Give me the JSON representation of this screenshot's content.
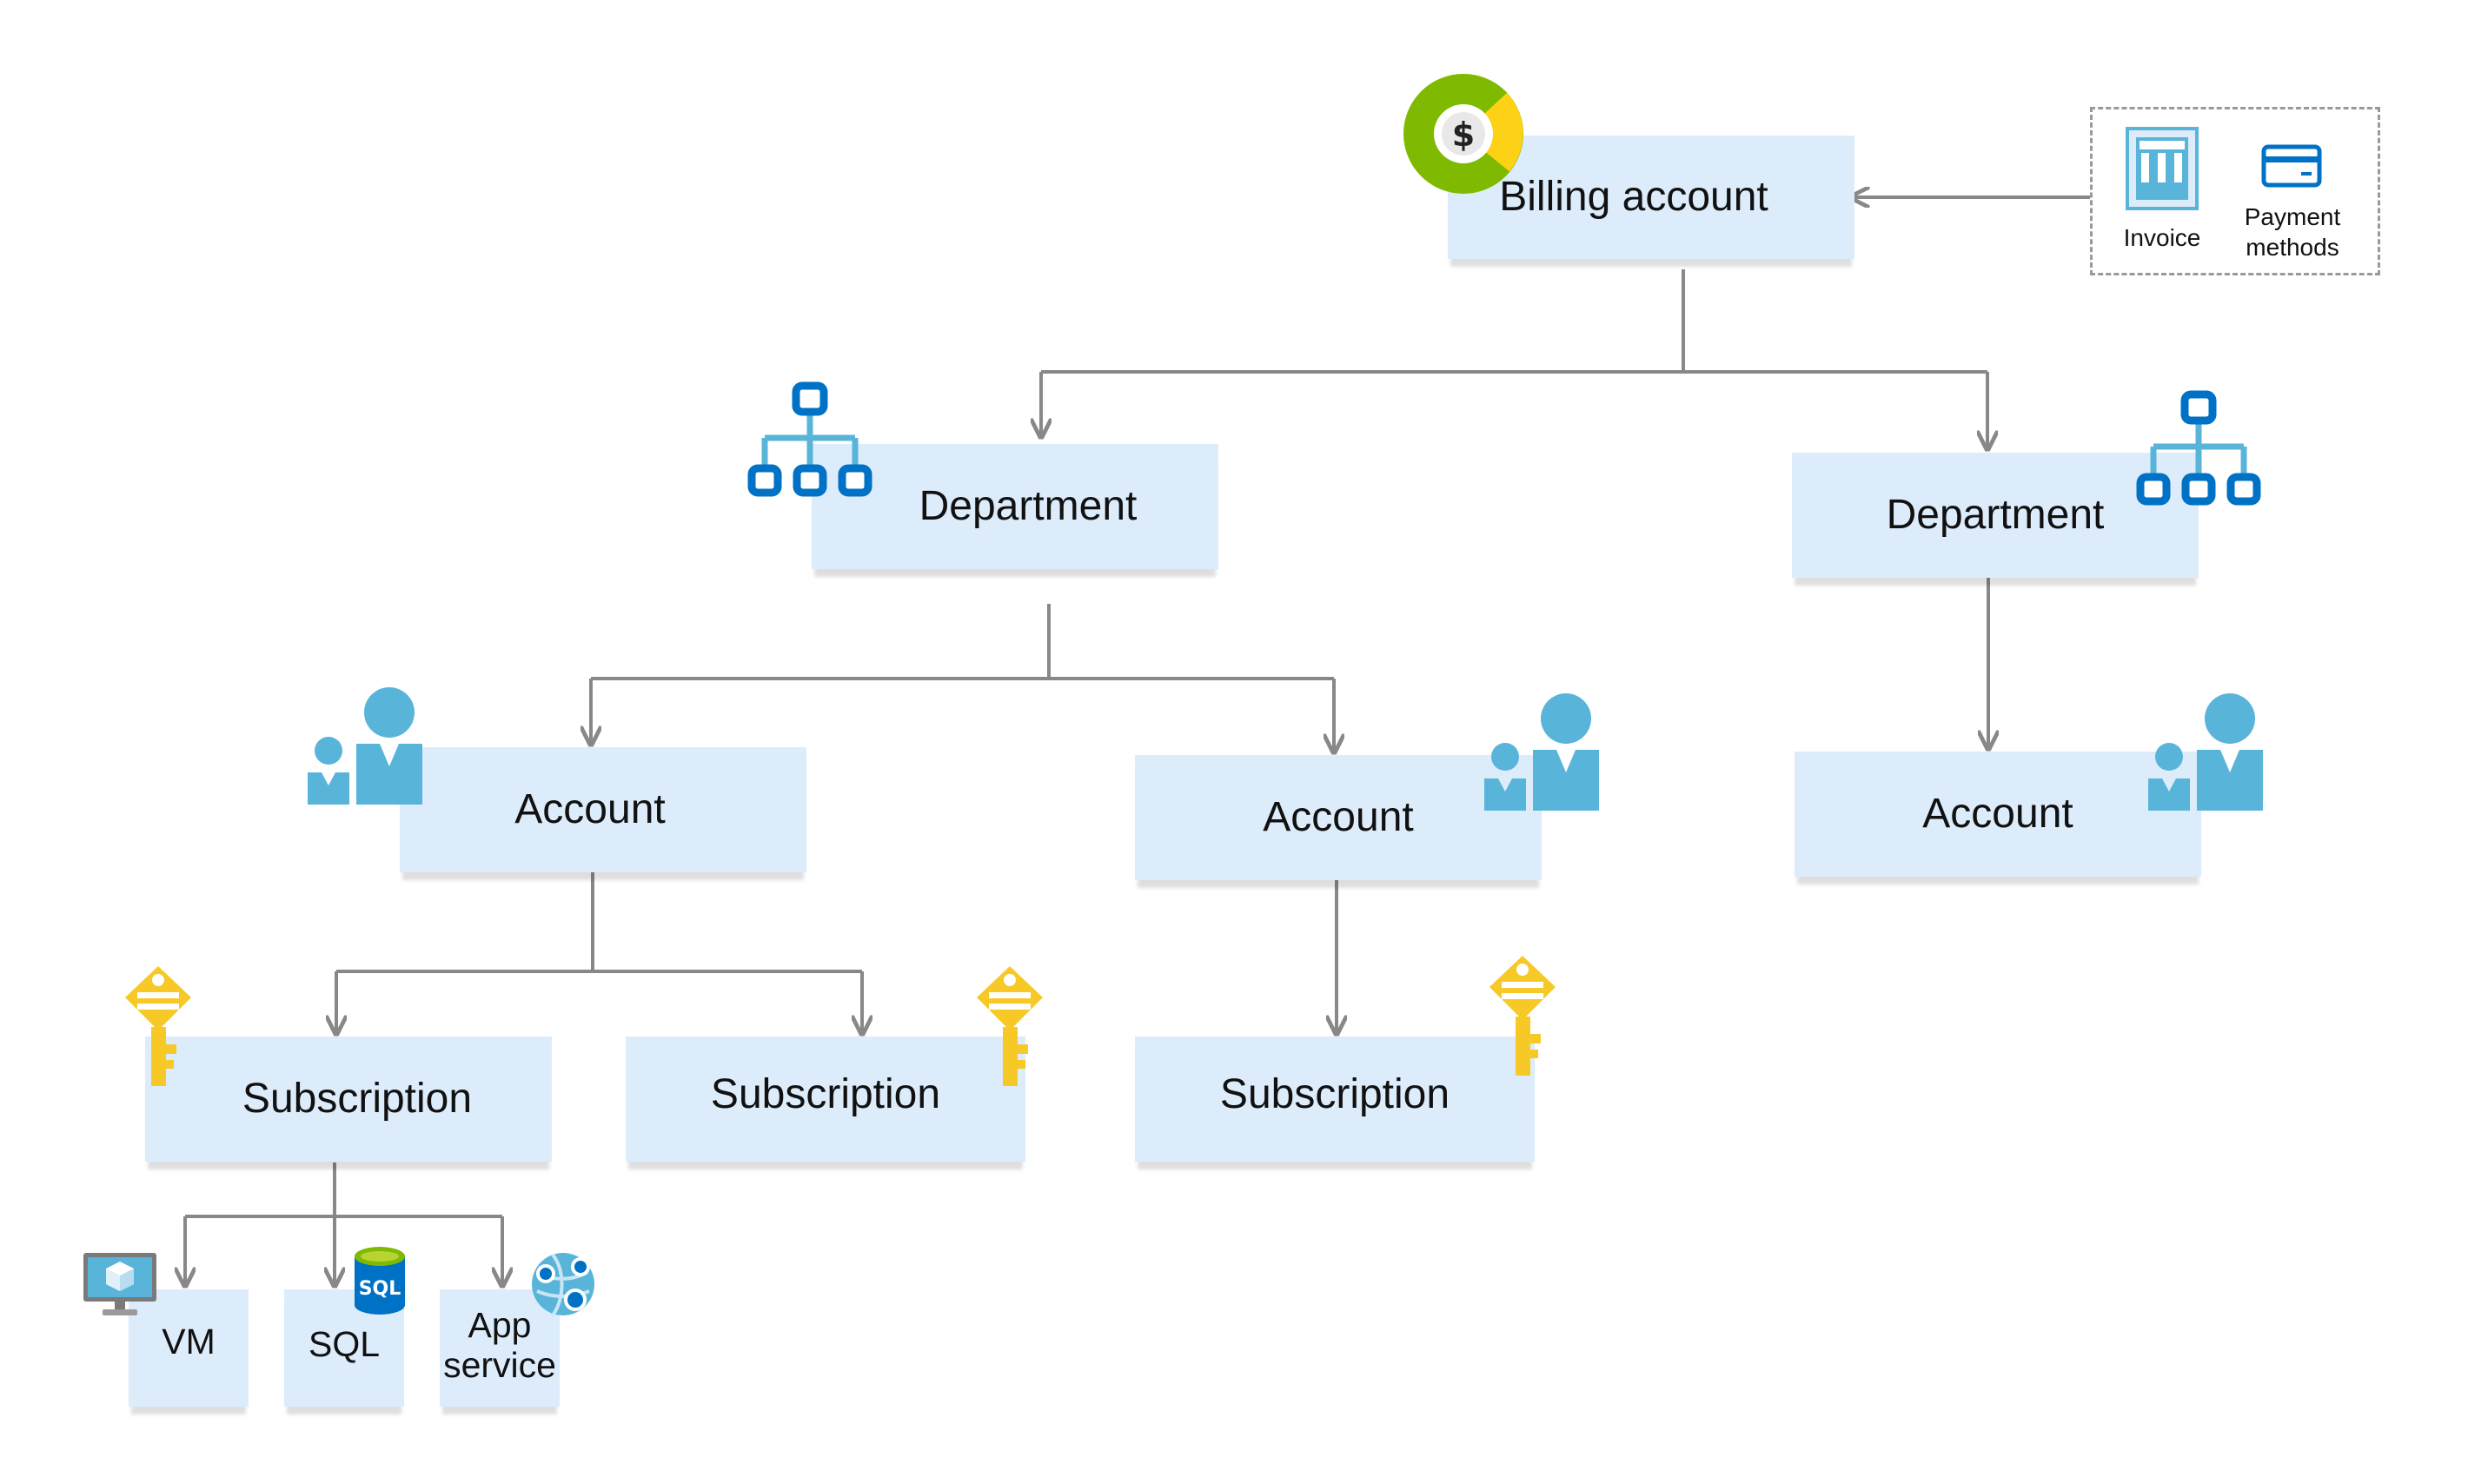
{
  "colors": {
    "node_fill": "#ddecfb",
    "connector": "#888888",
    "icon_blue": "#1f7cd3",
    "icon_light_blue": "#59b4d9",
    "key_yellow": "#f7c927",
    "donut_green": "#7fba00",
    "donut_yellow": "#fcd116"
  },
  "nodes": {
    "billing_account": "Billing account",
    "department_1": "Department",
    "department_2": "Department",
    "account_1": "Account",
    "account_2": "Account",
    "account_3": "Account",
    "subscription_1": "Subscription",
    "subscription_2": "Subscription",
    "subscription_3": "Subscription",
    "vm": "VM",
    "sql": "SQL",
    "app_service": "App\nservice"
  },
  "payment": {
    "invoice": "Invoice",
    "payment_methods": "Payment\nmethods"
  },
  "icons": {
    "billing": "dollar-donut-icon",
    "department": "hierarchy-icon",
    "account": "users-icon",
    "subscription": "key-icon",
    "vm": "monitor-cube-icon",
    "sql": "database-icon",
    "sql_text": "SQL",
    "app_service": "globe-icon",
    "invoice": "invoice-icon",
    "payment": "credit-card-icon"
  }
}
